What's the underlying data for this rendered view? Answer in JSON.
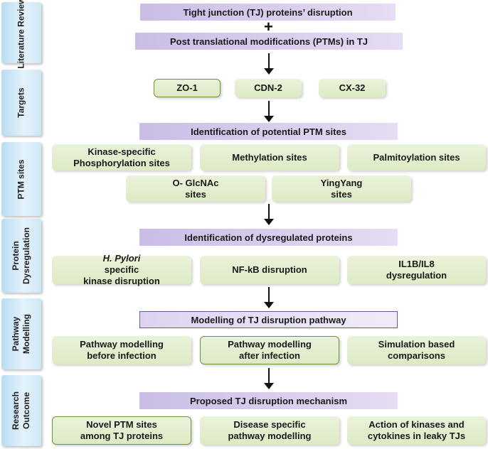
{
  "stages": [
    {
      "label": "Literature Review"
    },
    {
      "label": "Targets"
    },
    {
      "label": "PTM sites"
    },
    {
      "label": "Protein Dysregulation"
    },
    {
      "label": "Pathway Modelling"
    },
    {
      "label": "Research Outcome"
    }
  ],
  "literature": {
    "title1": "Tight junction (TJ) proteins’ disruption",
    "plus": "+",
    "title2": "Post translational modifications (PTMs) in TJ"
  },
  "targets": [
    "ZO-1",
    "CDN-2",
    "CX-32"
  ],
  "ptm": {
    "title": "Identification of potential PTM sites",
    "kinase": [
      "Kinase-specific",
      "Phosphorylation sites"
    ],
    "methylation": "Methylation sites",
    "palmitoylation": "Palmitoylation sites",
    "oglcnac": [
      "O- GlcNAc",
      "sites"
    ],
    "yingyang": [
      "YingYang",
      "sites"
    ]
  },
  "dysregulation": {
    "title": "Identification of dysregulated proteins",
    "hpylori_italic": "H. Pylori",
    "hpylori_rest": " specific",
    "hpylori_line2": "kinase disruption",
    "nfkb": "NF-kB disruption",
    "il": [
      "IL1B/IL8",
      "dysregulation"
    ]
  },
  "pathway": {
    "title": "Modelling of TJ disruption pathway",
    "before": [
      "Pathway modelling",
      "before infection"
    ],
    "after": [
      "Pathway modelling",
      "after infection"
    ],
    "simulation": [
      "Simulation based",
      "comparisons"
    ]
  },
  "outcome": {
    "title": "Proposed TJ disruption mechanism",
    "novel": [
      "Novel PTM sites",
      "among TJ proteins"
    ],
    "disease": [
      "Disease specific",
      "pathway modelling"
    ],
    "action": [
      "Action of kinases and",
      "cytokines in leaky TJs"
    ]
  }
}
